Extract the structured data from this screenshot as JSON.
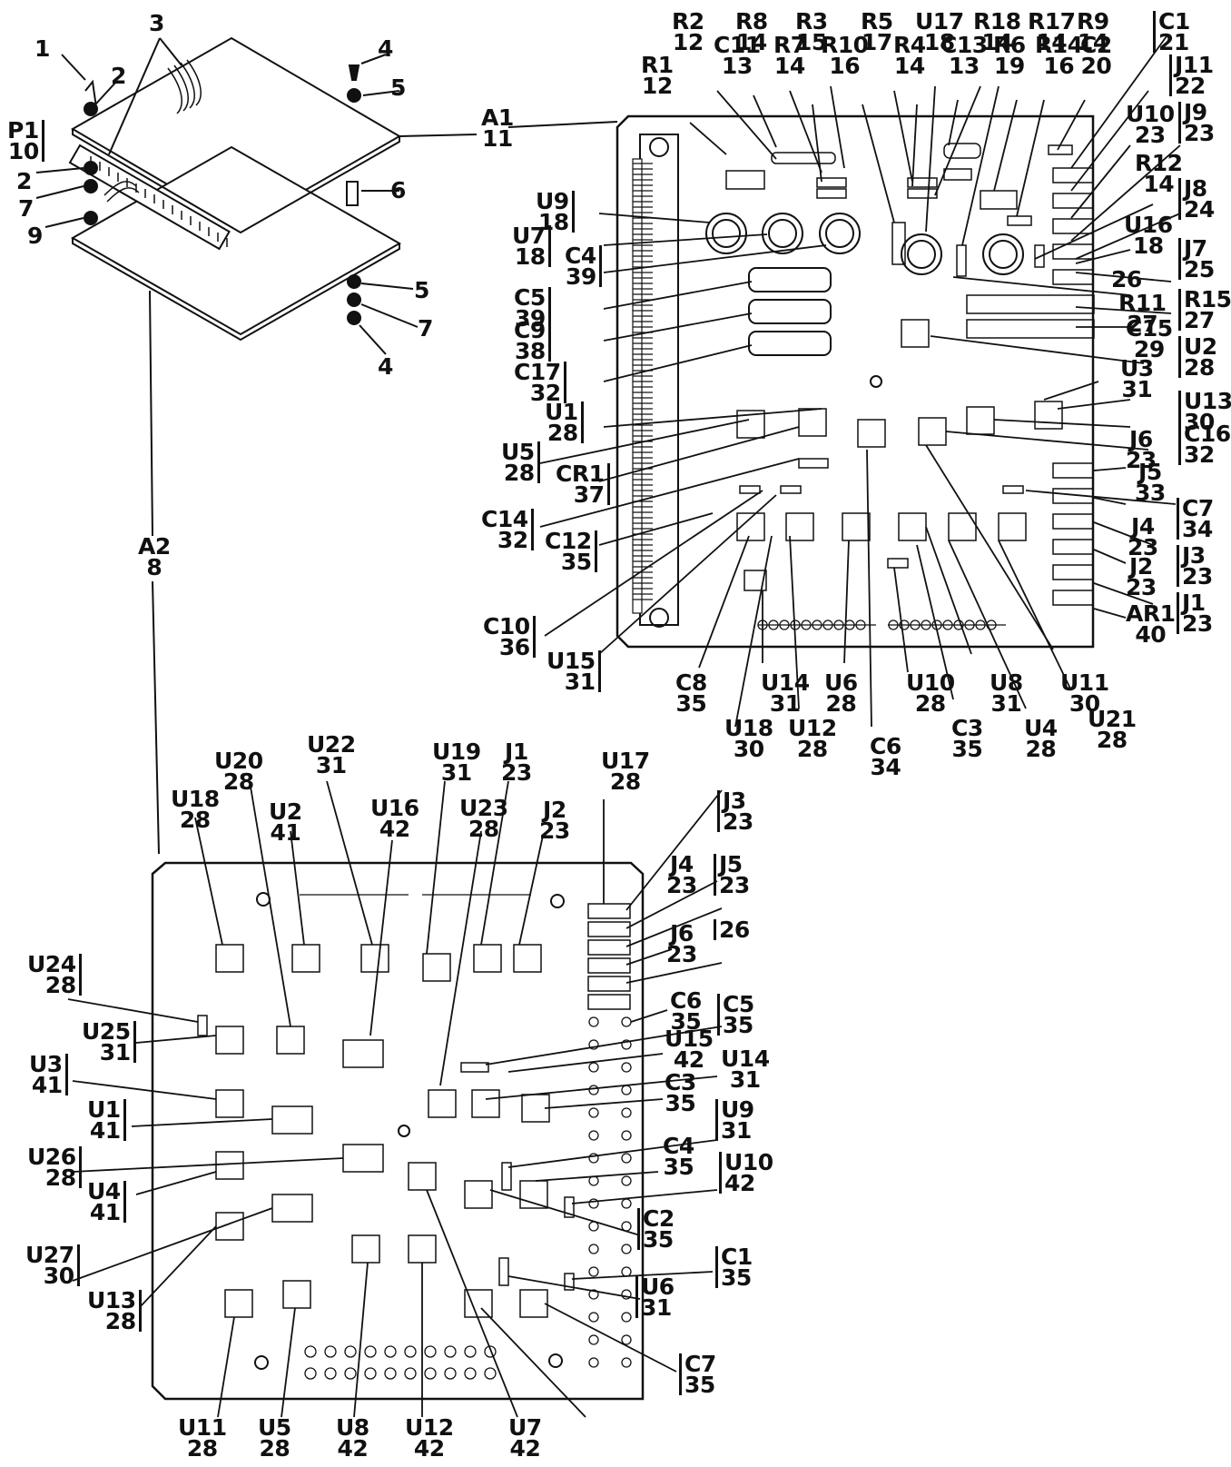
{
  "colors": {
    "ink": "#111111",
    "paper": "#ffffff"
  },
  "items": [
    {
      "name": "item-1",
      "ref": "1",
      "item": ""
    },
    {
      "name": "item-2a",
      "ref": "2",
      "item": ""
    },
    {
      "name": "item-3",
      "ref": "3",
      "item": ""
    },
    {
      "name": "item-4a",
      "ref": "4",
      "item": ""
    },
    {
      "name": "item-5a",
      "ref": "5",
      "item": ""
    },
    {
      "name": "item-p1",
      "ref": "P1",
      "item": "10"
    },
    {
      "name": "item-2b",
      "ref": "2",
      "item": ""
    },
    {
      "name": "item-7a",
      "ref": "7",
      "item": ""
    },
    {
      "name": "item-9",
      "ref": "9",
      "item": ""
    },
    {
      "name": "item-6",
      "ref": "6",
      "item": ""
    },
    {
      "name": "item-5b",
      "ref": "5",
      "item": ""
    },
    {
      "name": "item-7b",
      "ref": "7",
      "item": ""
    },
    {
      "name": "item-4b",
      "ref": "4",
      "item": ""
    },
    {
      "name": "item-a1",
      "ref": "A1",
      "item": "11"
    },
    {
      "name": "item-a2",
      "ref": "A2",
      "item": "8"
    },
    {
      "name": "a1-r1",
      "ref": "R1",
      "item": "12"
    },
    {
      "name": "a1-r2",
      "ref": "R2",
      "item": "12"
    },
    {
      "name": "a1-c11",
      "ref": "C11",
      "item": "13"
    },
    {
      "name": "a1-r8",
      "ref": "R8",
      "item": "14"
    },
    {
      "name": "a1-r7",
      "ref": "R7",
      "item": "14"
    },
    {
      "name": "a1-r3",
      "ref": "R3",
      "item": "15"
    },
    {
      "name": "a1-r10",
      "ref": "R10",
      "item": "16"
    },
    {
      "name": "a1-r5",
      "ref": "R5",
      "item": "17"
    },
    {
      "name": "a1-r4",
      "ref": "R4",
      "item": "14"
    },
    {
      "name": "a1-u17",
      "ref": "U17",
      "item": "18"
    },
    {
      "name": "a1-c13",
      "ref": "C13",
      "item": "13"
    },
    {
      "name": "a1-r18",
      "ref": "R18",
      "item": "14"
    },
    {
      "name": "a1-r6",
      "ref": "R6",
      "item": "19"
    },
    {
      "name": "a1-r17",
      "ref": "R17",
      "item": "14"
    },
    {
      "name": "a1-r14",
      "ref": "R14",
      "item": "16"
    },
    {
      "name": "a1-r9",
      "ref": "R9",
      "item": "14"
    },
    {
      "name": "a1-c2",
      "ref": "C2",
      "item": "20"
    },
    {
      "name": "a1-c1",
      "ref": "C1",
      "item": "21"
    },
    {
      "name": "a1-j11",
      "ref": "J11",
      "item": "22"
    },
    {
      "name": "a1-u10",
      "ref": "U10",
      "item": "23"
    },
    {
      "name": "a1-j9",
      "ref": "J9",
      "item": "23"
    },
    {
      "name": "a1-r12",
      "ref": "R12",
      "item": "14"
    },
    {
      "name": "a1-j8",
      "ref": "J8",
      "item": "24"
    },
    {
      "name": "a1-u16",
      "ref": "U16",
      "item": "18"
    },
    {
      "name": "a1-j7",
      "ref": "J7",
      "item": "25"
    },
    {
      "name": "a1-26",
      "ref": "26",
      "item": ""
    },
    {
      "name": "a1-r15",
      "ref": "R15",
      "item": "27"
    },
    {
      "name": "a1-r11",
      "ref": "R11",
      "item": "27"
    },
    {
      "name": "a1-u2",
      "ref": "U2",
      "item": "28"
    },
    {
      "name": "a1-c15",
      "ref": "C15",
      "item": "29"
    },
    {
      "name": "a1-u13",
      "ref": "U13",
      "item": "30"
    },
    {
      "name": "a1-u3",
      "ref": "U3",
      "item": "31"
    },
    {
      "name": "a1-c16",
      "ref": "C16",
      "item": "32"
    },
    {
      "name": "a1-j6",
      "ref": "J6",
      "item": "23"
    },
    {
      "name": "a1-c7",
      "ref": "C7",
      "item": "34"
    },
    {
      "name": "a1-j5",
      "ref": "J5",
      "item": "33"
    },
    {
      "name": "a1-j4",
      "ref": "J4",
      "item": "23"
    },
    {
      "name": "a1-j3",
      "ref": "J3",
      "item": "23"
    },
    {
      "name": "a1-j2",
      "ref": "J2",
      "item": "23"
    },
    {
      "name": "a1-j1",
      "ref": "J1",
      "item": "23"
    },
    {
      "name": "a1-ar1",
      "ref": "AR1",
      "item": "40"
    },
    {
      "name": "a1-u9",
      "ref": "U9",
      "item": "18"
    },
    {
      "name": "a1-u7",
      "ref": "U7",
      "item": "18"
    },
    {
      "name": "a1-c4",
      "ref": "C4",
      "item": "39"
    },
    {
      "name": "a1-c5",
      "ref": "C5",
      "item": "39"
    },
    {
      "name": "a1-c9",
      "ref": "C9",
      "item": "38"
    },
    {
      "name": "a1-c17",
      "ref": "C17",
      "item": "32"
    },
    {
      "name": "a1-u1",
      "ref": "U1",
      "item": "28"
    },
    {
      "name": "a1-u5",
      "ref": "U5",
      "item": "28"
    },
    {
      "name": "a1-cr1",
      "ref": "CR1",
      "item": "37"
    },
    {
      "name": "a1-c14",
      "ref": "C14",
      "item": "32"
    },
    {
      "name": "a1-c12",
      "ref": "C12",
      "item": "35"
    },
    {
      "name": "a1-c10",
      "ref": "C10",
      "item": "36"
    },
    {
      "name": "a1-u15",
      "ref": "U15",
      "item": "31"
    },
    {
      "name": "a1-c8",
      "ref": "C8",
      "item": "35"
    },
    {
      "name": "a1-u18",
      "ref": "U18",
      "item": "30"
    },
    {
      "name": "a1-u14",
      "ref": "U14",
      "item": "31"
    },
    {
      "name": "a1-u12",
      "ref": "U12",
      "item": "28"
    },
    {
      "name": "a1-u6",
      "ref": "U6",
      "item": "28"
    },
    {
      "name": "a1-c6",
      "ref": "C6",
      "item": "34"
    },
    {
      "name": "a1-u10b",
      "ref": "U10",
      "item": "28"
    },
    {
      "name": "a1-c3",
      "ref": "C3",
      "item": "35"
    },
    {
      "name": "a1-u8",
      "ref": "U8",
      "item": "31"
    },
    {
      "name": "a1-u4",
      "ref": "U4",
      "item": "28"
    },
    {
      "name": "a1-u11",
      "ref": "U11",
      "item": "30"
    },
    {
      "name": "a2-u21",
      "ref": "U21",
      "item": "28"
    },
    {
      "name": "a2-u22",
      "ref": "U22",
      "item": "31"
    },
    {
      "name": "a2-u20",
      "ref": "U20",
      "item": "28"
    },
    {
      "name": "a2-u19",
      "ref": "U19",
      "item": "31"
    },
    {
      "name": "a2-j1",
      "ref": "J1",
      "item": "23"
    },
    {
      "name": "a2-u17",
      "ref": "U17",
      "item": "28"
    },
    {
      "name": "a2-u18",
      "ref": "U18",
      "item": "28"
    },
    {
      "name": "a2-u2",
      "ref": "U2",
      "item": "41"
    },
    {
      "name": "a2-u16",
      "ref": "U16",
      "item": "42"
    },
    {
      "name": "a2-u23",
      "ref": "U23",
      "item": "28"
    },
    {
      "name": "a2-j2",
      "ref": "J2",
      "item": "23"
    },
    {
      "name": "a2-j3",
      "ref": "J3",
      "item": "23"
    },
    {
      "name": "a2-j4",
      "ref": "J4",
      "item": "23"
    },
    {
      "name": "a2-j5",
      "ref": "J5",
      "item": "23"
    },
    {
      "name": "a2-j6",
      "ref": "J6",
      "item": "23"
    },
    {
      "name": "a2-26",
      "ref": "26",
      "item": ""
    },
    {
      "name": "a2-c6",
      "ref": "C6",
      "item": "35"
    },
    {
      "name": "a2-c5",
      "ref": "C5",
      "item": "35"
    },
    {
      "name": "a2-u15",
      "ref": "U15",
      "item": "42"
    },
    {
      "name": "a2-u14",
      "ref": "U14",
      "item": "31"
    },
    {
      "name": "a2-c3",
      "ref": "C3",
      "item": "35"
    },
    {
      "name": "a2-u9",
      "ref": "U9",
      "item": "31"
    },
    {
      "name": "a2-c4",
      "ref": "C4",
      "item": "35"
    },
    {
      "name": "a2-u10",
      "ref": "U10",
      "item": "42"
    },
    {
      "name": "a2-c2",
      "ref": "C2",
      "item": "35"
    },
    {
      "name": "a2-c1",
      "ref": "C1",
      "item": "35"
    },
    {
      "name": "a2-u6",
      "ref": "U6",
      "item": "31"
    },
    {
      "name": "a2-c7",
      "ref": "C7",
      "item": "35"
    },
    {
      "name": "a2-u24",
      "ref": "U24",
      "item": "28"
    },
    {
      "name": "a2-u25",
      "ref": "U25",
      "item": "31"
    },
    {
      "name": "a2-u3",
      "ref": "U3",
      "item": "41"
    },
    {
      "name": "a2-u1",
      "ref": "U1",
      "item": "41"
    },
    {
      "name": "a2-u26",
      "ref": "U26",
      "item": "28"
    },
    {
      "name": "a2-u4",
      "ref": "U4",
      "item": "41"
    },
    {
      "name": "a2-u27",
      "ref": "U27",
      "item": "30"
    },
    {
      "name": "a2-u13",
      "ref": "U13",
      "item": "28"
    },
    {
      "name": "a2-u11",
      "ref": "U11",
      "item": "28"
    },
    {
      "name": "a2-u5",
      "ref": "U5",
      "item": "28"
    },
    {
      "name": "a2-u8",
      "ref": "U8",
      "item": "42"
    },
    {
      "name": "a2-u12",
      "ref": "U12",
      "item": "42"
    },
    {
      "name": "a2-u7",
      "ref": "U7",
      "item": "42"
    }
  ]
}
